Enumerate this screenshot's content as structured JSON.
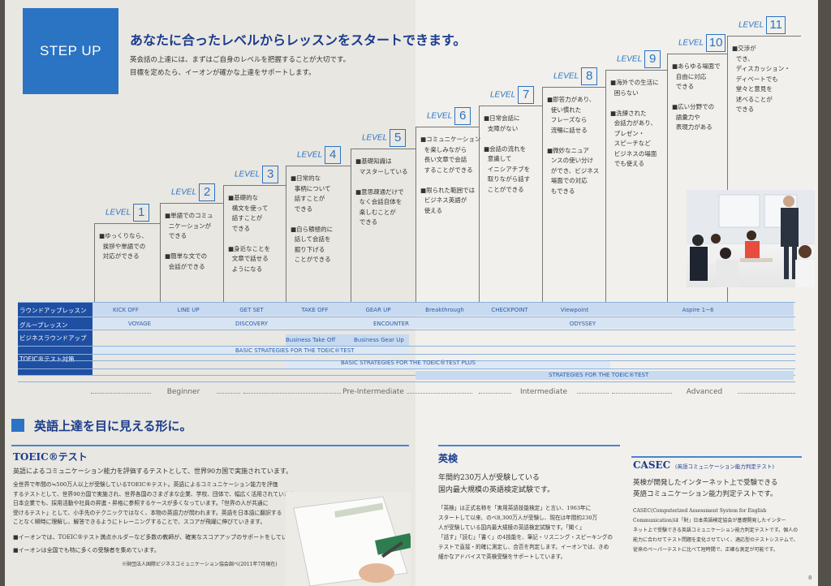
{
  "header": {
    "step_label": "STEP UP",
    "headline": "あなたに合ったレベルからレッスンをスタートできます。",
    "sub1": "英会話の上達には、まずはご自身のレベルを把握することが大切です。",
    "sub2": "目標を定めたら、イーオンが確かな上達をサポートします。"
  },
  "levels": [
    {
      "tag": "LEVEL",
      "num": "1",
      "desc": "■ゆっくりなら、\n  挨拶や単語での\n  対応ができる"
    },
    {
      "tag": "LEVEL",
      "num": "2",
      "desc": "■単語でのコミュ\n  ニケーションが\n  できる\n\n■簡単な文での\n  会話ができる"
    },
    {
      "tag": "LEVEL",
      "num": "3",
      "desc": "■基礎的な\n  構文を使って\n  話すことが\n  できる\n\n■身近なことを\n  文章で話せる\n  ようになる"
    },
    {
      "tag": "LEVEL",
      "num": "4",
      "desc": "■日常的な\n  事柄について\n  話すことが\n  できる\n\n■自ら積極的に\n  話して会話を\n  掘り下げる\n  ことができる"
    },
    {
      "tag": "LEVEL",
      "num": "5",
      "desc": "■基礎知識は\n  マスターしている\n\n■意思疎通だけで\n  なく会話自体を\n  楽しむことが\n  できる"
    },
    {
      "tag": "LEVEL",
      "num": "6",
      "desc": "■コミュニケーション\n  を楽しみながら\n  長い文章で会話\n  することができる\n\n■限られた範囲では\n  ビジネス英語が\n  使える"
    },
    {
      "tag": "LEVEL",
      "num": "7",
      "desc": "■日常会話に\n  支障がない\n\n■会話の流れを\n  意識して\n  イニシアチブを\n  取りながら話す\n  ことができる"
    },
    {
      "tag": "LEVEL",
      "num": "8",
      "desc": "■即答力があり、\n  使い慣れた\n  フレーズなら\n  流暢に話せる\n\n■微妙なニュア\n  ンスの使い分け\n  ができ、ビジネス\n  場面での対応\n  もできる"
    },
    {
      "tag": "LEVEL",
      "num": "9",
      "desc": "■海外での生活に\n  困らない\n\n■洗練された\n  会話力があり、\n  プレゼン・\n  スピーチなど\n  ビジネスの場面\n  でも使える"
    },
    {
      "tag": "LEVEL",
      "num": "10",
      "desc": "■あらゆる場面で\n  自由に対応\n  できる\n\n■広い分野での\n  語彙力や\n  表現力がある"
    },
    {
      "tag": "LEVEL",
      "num": "11",
      "desc": "■交渉が\n  でき、\n  ディスカッション・\n  ディベートでも\n  堂々と意見を\n  述べることが\n  できる"
    }
  ],
  "grid": {
    "rows": [
      "ラウンドアップレッスン",
      "グループレッスン",
      "ビジネスラウンドアップ",
      "TOEIC®テスト対策"
    ],
    "roundup": [
      "KICK OFF",
      "LINE UP",
      "GET SET",
      "TAKE OFF",
      "GEAR UP",
      "Breakthrough",
      "CHECKPOINT",
      "Viewpoint",
      "Aspire 1~6"
    ],
    "group": [
      "VOYAGE",
      "DISCOVERY",
      "ENCOUNTER",
      "ODYSSEY"
    ],
    "business": [
      "Business Take Off",
      "Business Gear Up"
    ],
    "toeic": [
      "BASIC STRATEGIES FOR THE TOEIC®TEST",
      "BASIC STRATEGIES FOR THE TOEIC®TEST PLUS",
      "STRATEGIES FOR THE TOEIC®TEST"
    ]
  },
  "axis": [
    "Beginner",
    "Pre-Intermediate",
    "Intermediate",
    "Advanced"
  ],
  "section": {
    "title": "英語上達を目に見える形に。"
  },
  "toeic": {
    "title": "TOEIC®テスト",
    "lead": "英語によるコミュニケーション能力を評価するテストとして、世界90カ国で実施されています。",
    "body": "全世界で年間の≒500万人以上が受験しているTOEIC®テスト。英語によるコミュニケーション能力を評価\nするテストとして、世界90カ国で実施され、世界各国のさまざまな企業、学校、団体で、幅広く活用されています。\n日本企業でも、採用活動や社員の昇進・昇格に参照するケースが多くなっています。「世界の人が共通に\n受けるテスト」として、小手先のテクニックではなく、本物の英語力が問われます。英語を日本語に翻訳する\nことなく瞬時に理解し、解答できるようにトレーニングすることで、スコアが飛躍に伸びていきます。",
    "note1": "■イーオンでは、TOEIC®テスト満点ホルダーなど多数の教師が、確実なスコアアップのサポートをしています。",
    "note2": "■イーオンは全国でも特に多くの受験者を集めています。",
    "source": "※財団法人国際ビジネスコミュニケーション協会調べ(2011年7月現在)"
  },
  "eiken": {
    "title": "英検",
    "lead1": "年間約230万人が受験している",
    "lead2": "国内最大規模の英語検定試験です。",
    "body": "「英検」は正式名称を「実用英語技能検定」と言い、1963年に\nスタートして以来、のべ8,300万人が受験し、現在は年間約230万\n人が受験している国内最大規模の英語検定試験です。「聞く」\n「話す」「読む」「書く」の4技能を、筆記・リスニング・スピーキングの\nテストで直接・的確に測定し、合否を判定します。イーオンでは、きめ\n細かなアドバイスで英検受験をサポートしています。"
  },
  "casec": {
    "title": "CASEC",
    "subtitle": "(英語コミュニケーション能力判定テスト)",
    "lead1": "英検が開発したインターネット上で受験できる",
    "lead2": "英語コミュニケーション能力判定テストです。",
    "body": "CASEC(Computerized Assessment System for English\nCommunication)は「財」日本英語検定協会が基礎開発したインター\nネット上で受験できる英語コミュニケーション能力判定テストです。個人の\n能力に合わせてテスト問題を変化させていく、適応型のテストシステムで、\n従来のペーパーテストに比べて短時間で、正確な測定が可能です。"
  },
  "page_number": "8"
}
